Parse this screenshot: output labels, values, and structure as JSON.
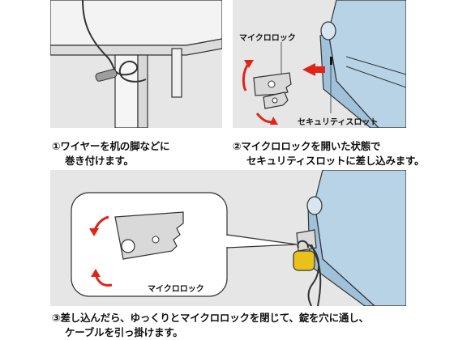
{
  "step1": {
    "caption_line1": "①ワイヤーを机の脚などに",
    "caption_line2": "巻き付けます。"
  },
  "step2": {
    "label_lock": "マイクロロック",
    "label_slot": "セキュリティスロット",
    "caption_line1": "②マイクロロックを開いた状態で",
    "caption_line2": "セキュリティスロットに差し込みます。"
  },
  "step3": {
    "label_lock": "マイクロロック",
    "caption_line1": "③差し込んだら、ゆっくりとマイクロロックを閉じて、錠を穴に通し、",
    "caption_line2": "ケーブルを引っ掛けます。"
  },
  "colors": {
    "panel_bg": "#e6e6e6",
    "laptop_blue": "#b8d3e6",
    "arrow_red": "#e2231a",
    "padlock_gold": "#e8c21a",
    "lock_plate": "#d9d9d9"
  }
}
